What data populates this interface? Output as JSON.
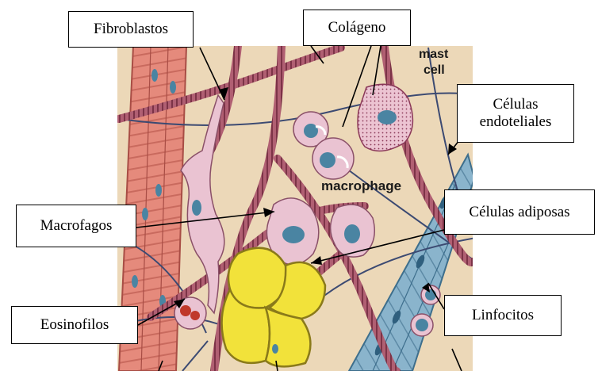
{
  "labels": {
    "fibroblastos": "Fibroblastos",
    "colageno": "Colágeno",
    "celulas_endoteliales": "Células\nendoteliales",
    "macrofagos": "Macrofagos",
    "celulas_adiposas": "Células adiposas",
    "eosinofilos": "Eosinofilos",
    "linfocitos": "Linfocitos"
  },
  "embedded_labels": {
    "mast_cell_line1": "mast",
    "mast_cell_line2": "cell",
    "macrophage": "macrophage"
  },
  "colors": {
    "background": "#ecd8b8",
    "collagen": "#9a4a5c",
    "muscle": "#e58a7c",
    "endothelial": "#8ab4cc",
    "adipose": "#f2e23a",
    "cell_body": "#eac3d2",
    "nucleus": "#4a84a2",
    "elastic_fiber": "#3c4a72"
  }
}
